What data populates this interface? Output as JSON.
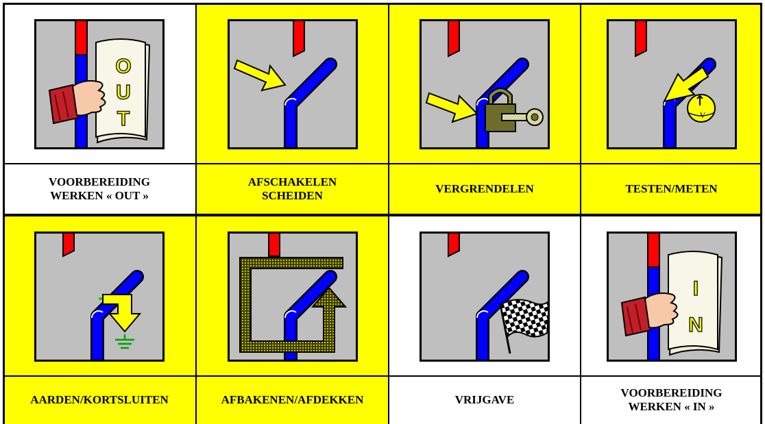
{
  "colors": {
    "yellow": "#ffff00",
    "white": "#ffffff",
    "panel": "#bfbfbf",
    "red": "#ff0000",
    "blue": "#0000ff"
  },
  "rows": [
    {
      "steps": [
        {
          "id": "out",
          "label": "VOORBEREIDING\nWERKEN « OUT »",
          "background": "white",
          "icon": "paper-hand-out-icon",
          "paper_letters": [
            "O",
            "U",
            "T"
          ]
        },
        {
          "id": "afschakelen",
          "label": "AFSCHAKELEN\nSCHEIDEN",
          "background": "yellow",
          "icon": "arrow-open-switch-icon"
        },
        {
          "id": "vergrendelen",
          "label": "VERGRENDELEN",
          "background": "yellow",
          "icon": "padlock-key-icon"
        },
        {
          "id": "testen",
          "label": "TESTEN/METEN",
          "background": "yellow",
          "icon": "voltmeter-icon",
          "meter_symbol": "V"
        }
      ]
    },
    {
      "steps": [
        {
          "id": "aarden",
          "label": "AARDEN/KORTSLUITEN",
          "background": "yellow",
          "icon": "earthing-arrow-icon"
        },
        {
          "id": "afbakenen",
          "label": "AFBAKENEN/AFDEKKEN",
          "background": "yellow",
          "icon": "barrier-enclosure-icon"
        },
        {
          "id": "vrijgave",
          "label": "VRIJGAVE",
          "background": "white",
          "icon": "checkered-flag-icon"
        },
        {
          "id": "in",
          "label": "VOORBEREIDING\nWERKEN « IN »",
          "background": "white",
          "icon": "paper-hand-in-icon",
          "paper_letters": [
            "I",
            "N"
          ]
        }
      ]
    }
  ]
}
